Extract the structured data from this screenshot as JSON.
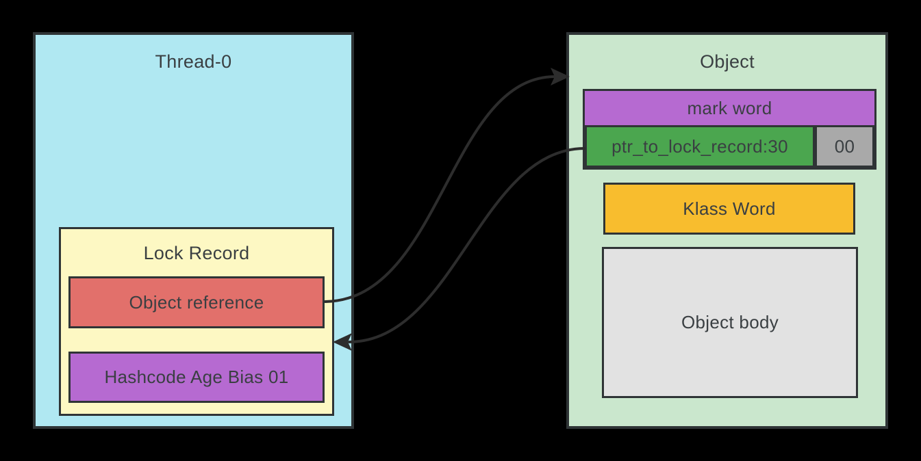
{
  "diagram": {
    "background_color": "#000000",
    "line_color": "#2d2d2d",
    "border_color": "#2f3436",
    "thread": {
      "title": "Thread-0",
      "fill": "#b0e8f2",
      "lock_record": {
        "title": "Lock Record",
        "fill": "#fdf8c3",
        "slots": [
          {
            "label": "Object reference",
            "fill": "#e2706b"
          },
          {
            "label": "Hashcode Age Bias 01",
            "fill": "#b66ad1"
          }
        ]
      }
    },
    "object": {
      "title": "Object",
      "fill": "#cae7cd",
      "mark_word": {
        "label": "mark word",
        "fill": "#b66ad1"
      },
      "ptr_to_lock_record": {
        "label": "ptr_to_lock_record:30",
        "fill": "#4ba64f"
      },
      "lock_bits": {
        "label": "00",
        "fill": "#a9a9a9"
      },
      "klass_word": {
        "label": "Klass Word",
        "fill": "#f8bd2e"
      },
      "object_body": {
        "label": "Object body",
        "fill": "#e2e2e2"
      }
    },
    "arrows": [
      {
        "name": "object-reference-to-object",
        "from": "Object reference",
        "to": "Object"
      },
      {
        "name": "ptr-to-lock-record",
        "from": "ptr_to_lock_record:30",
        "to": "Lock Record"
      }
    ]
  }
}
